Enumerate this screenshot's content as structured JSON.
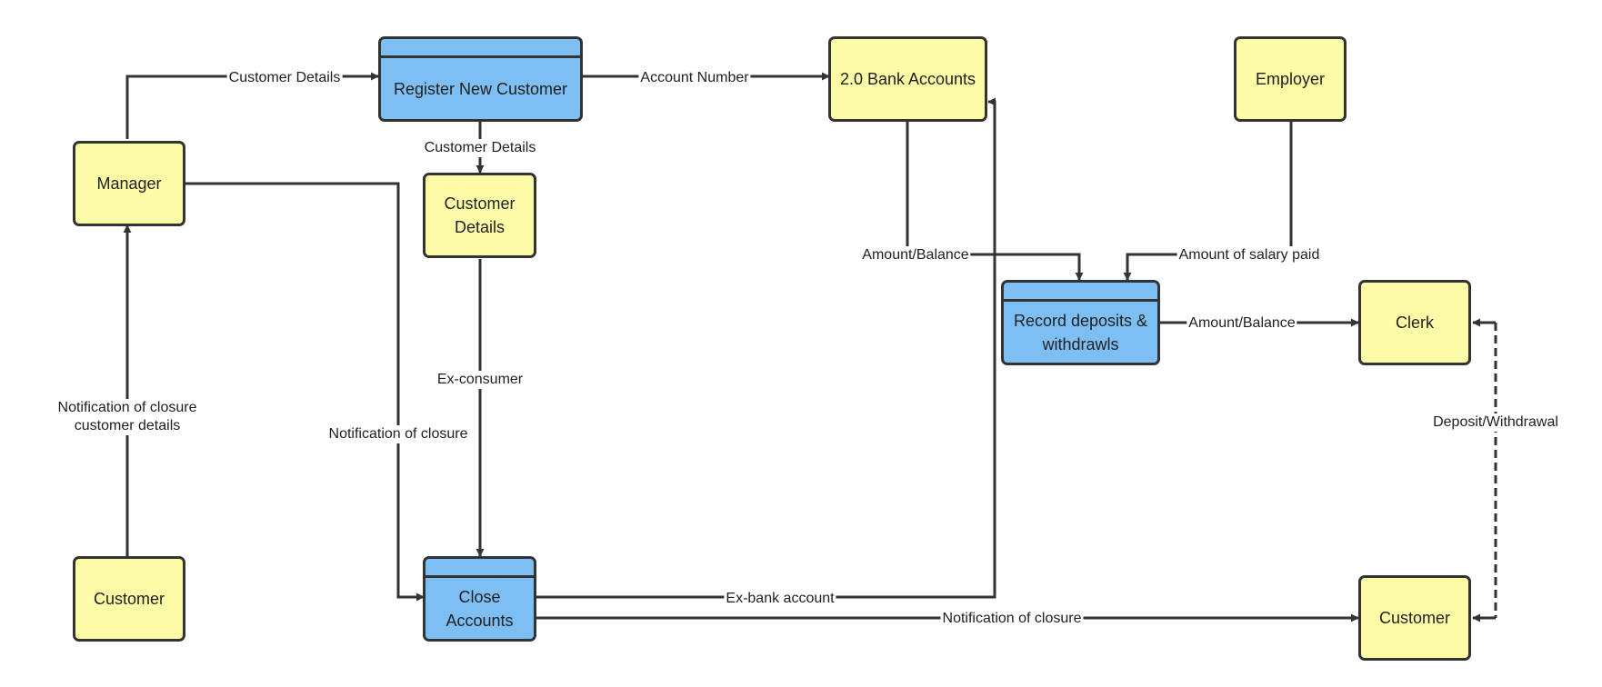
{
  "entities": {
    "manager": "Manager",
    "customer_left": "Customer",
    "customer_details_store": "Customer Details",
    "bank_accounts": "2.0 Bank Accounts",
    "employer": "Employer",
    "clerk": "Clerk",
    "customer_right": "Customer"
  },
  "processes": {
    "register": "Register New Customer",
    "close_accounts": "Close Accounts",
    "record": "Record deposits & withdrawls"
  },
  "flows": {
    "mgr_to_register": "Customer Details",
    "register_to_bank": "Account Number",
    "register_to_details": "Customer Details",
    "details_to_close": "Ex-consumer",
    "mgr_to_close": "Notification of closure",
    "customer_to_mgr": "Notification of closure\ncustomer details",
    "close_to_bank": "Ex-bank account",
    "close_to_customer": "Notification of closure",
    "bank_to_record": "Amount/Balance",
    "employer_to_record": "Amount of salary paid",
    "record_to_clerk": "Amount/Balance",
    "clerk_customer": "Deposit/Withdrawal"
  },
  "colors": {
    "entity_fill": "#fdfca6",
    "process_fill": "#7dbff3",
    "stroke": "#333333"
  }
}
